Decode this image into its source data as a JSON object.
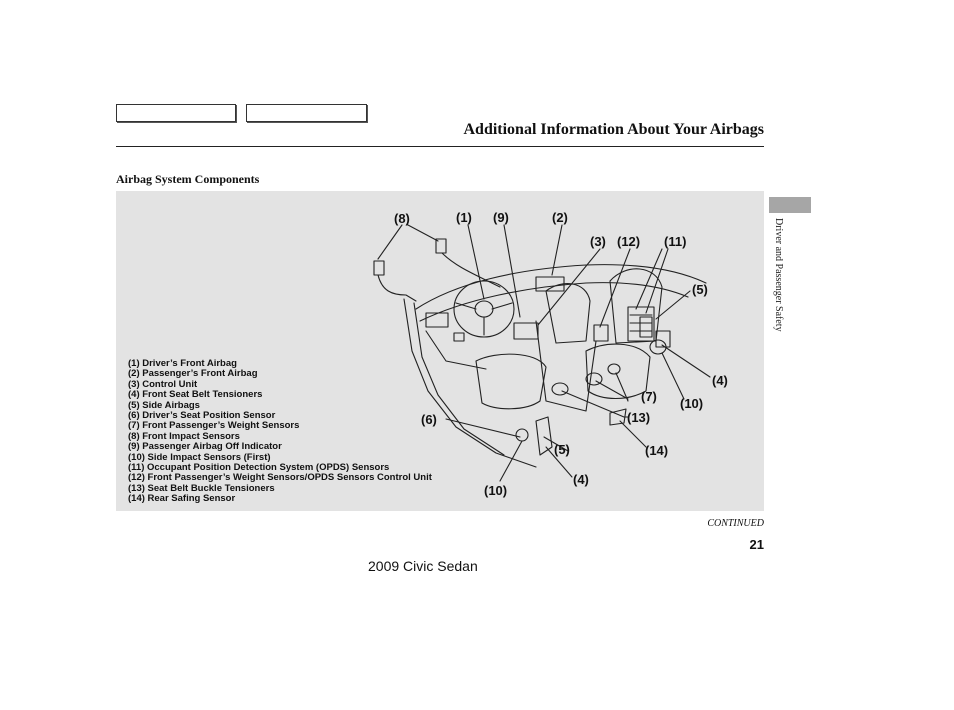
{
  "header": {
    "title": "Additional Information About Your Airbags"
  },
  "section": {
    "heading": "Airbag System Components"
  },
  "figure": {
    "legend": [
      "(1) Driver’s Front Airbag",
      "(2) Passenger’s Front Airbag",
      "(3) Control Unit",
      "(4) Front Seat Belt Tensioners",
      "(5) Side Airbags",
      "(6) Driver’s Seat Position Sensor",
      "(7) Front Passenger’s Weight  Sensors",
      "(8) Front Impact Sensors",
      "(9) Passenger Airbag Off Indicator",
      "(10) Side Impact Sensors (First)",
      "(11) Occupant Position Detection System (OPDS) Sensors",
      "(12) Front Passenger’s Weight Sensors/OPDS Sensors Control Unit",
      "(13) Seat Belt Buckle Tensioners",
      "(14) Rear Safing Sensor"
    ],
    "callouts": [
      "(8)",
      "(1)",
      "(9)",
      "(2)",
      "(3)",
      "(12)",
      "(11)",
      "(5)",
      "(4)",
      "(10)",
      "(7)",
      "(13)",
      "(6)",
      "(5)",
      "(14)",
      "(4)",
      "(10)"
    ]
  },
  "sidebar": {
    "section_label": "Driver and Passenger Safety"
  },
  "footer": {
    "continued": "CONTINUED",
    "page_number": "21",
    "model": "2009  Civic  Sedan"
  }
}
